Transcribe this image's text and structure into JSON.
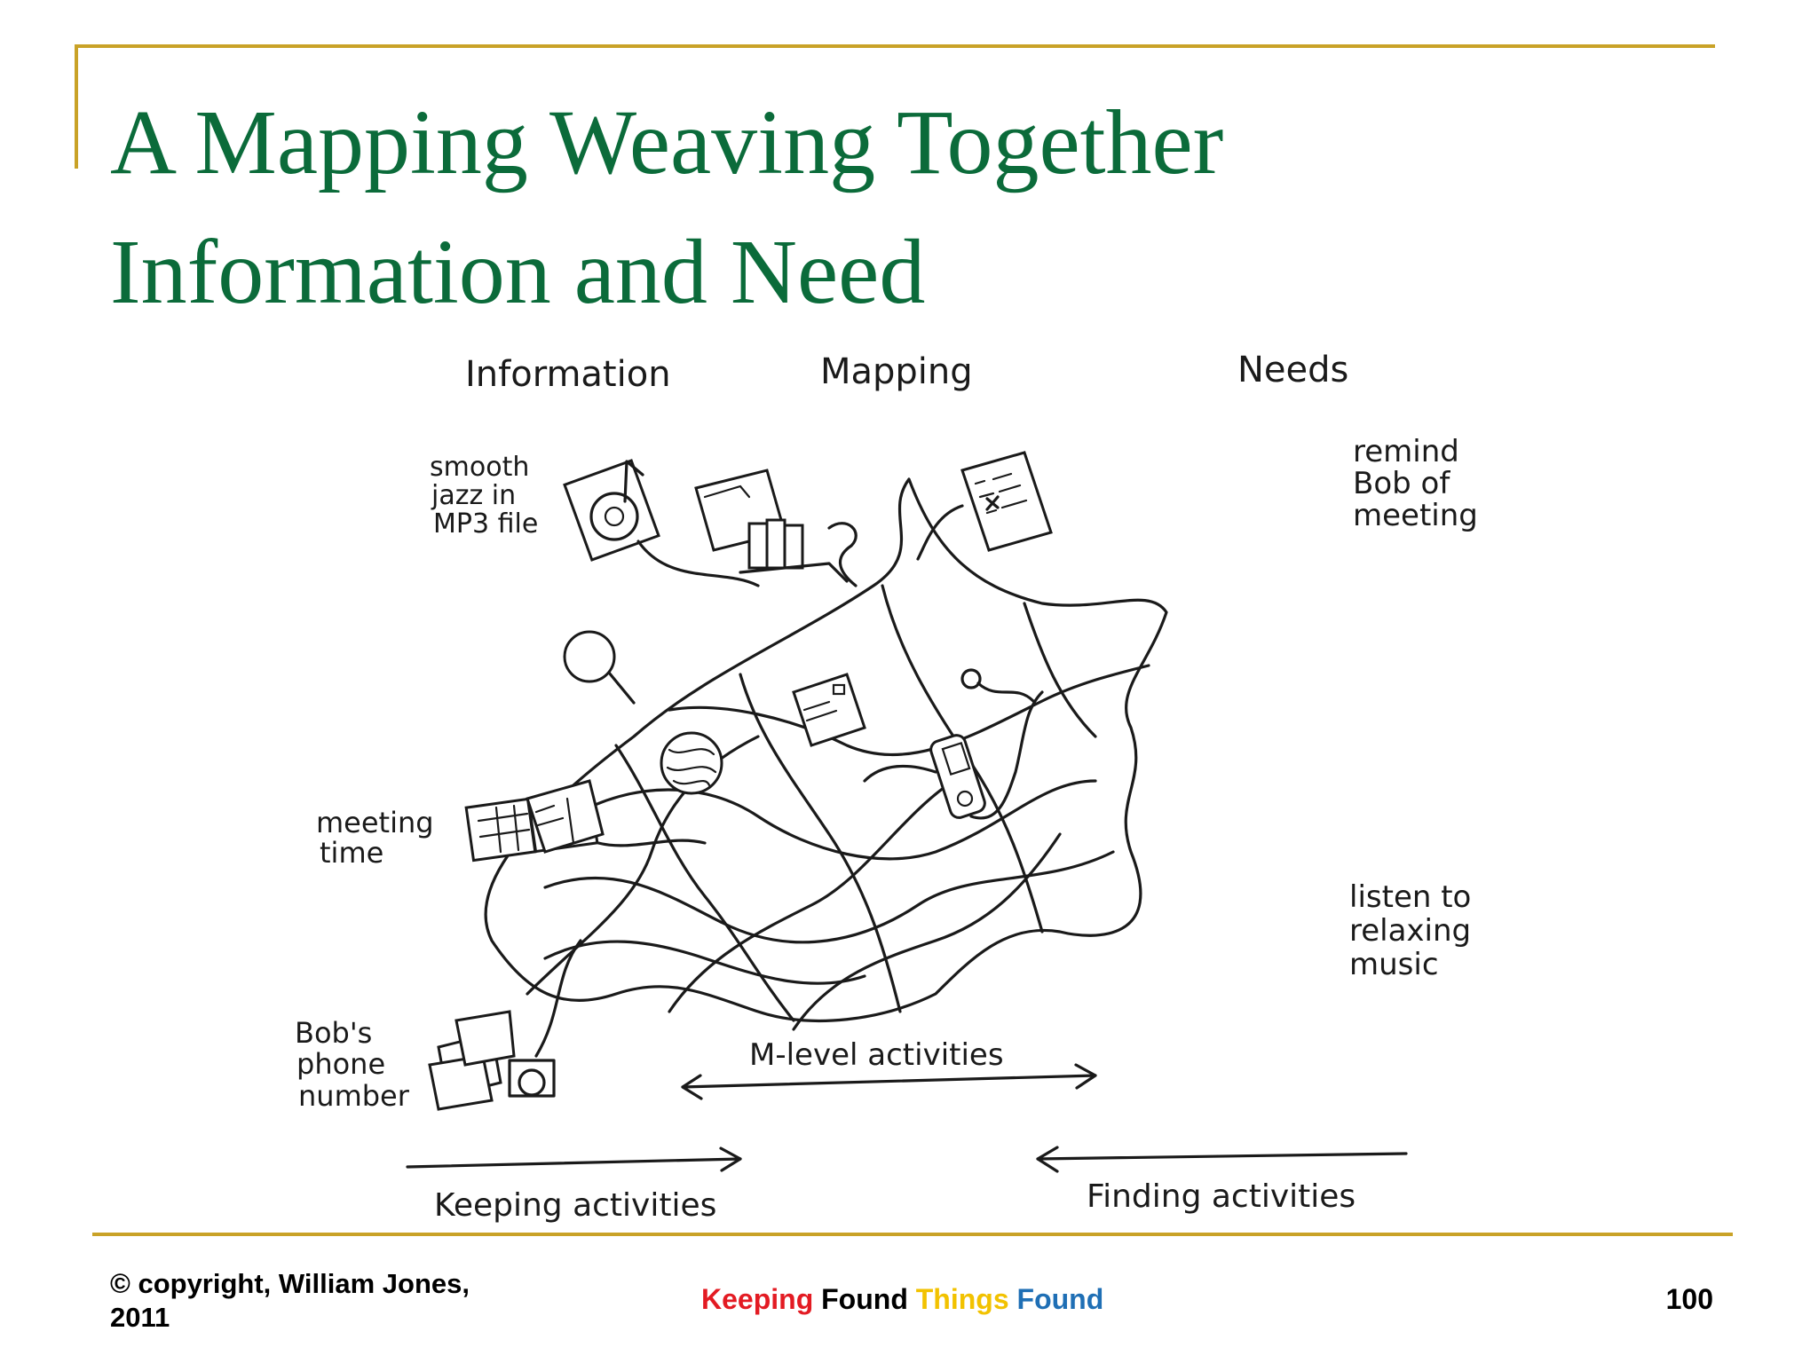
{
  "slide": {
    "title_line1": "A Mapping Weaving Together",
    "title_line2": "Information and Need"
  },
  "figure": {
    "headings": {
      "information": "Information",
      "mapping": "Mapping",
      "needs": "Needs"
    },
    "information_items": {
      "jazz": [
        "smooth",
        "jazz in",
        "MP3 file"
      ],
      "meeting": [
        "meeting",
        "time"
      ],
      "bob": [
        "Bob's",
        "phone",
        "number"
      ]
    },
    "need_items": {
      "remind": [
        "remind",
        "Bob of",
        "meeting"
      ],
      "listen": [
        "listen to",
        "relaxing",
        "music"
      ]
    },
    "activities": {
      "m_level": "M-level activities",
      "keeping": "Keeping activities",
      "finding": "Finding activities"
    }
  },
  "footer": {
    "copyright_line1": "© copyright, William Jones,",
    "copyright_line2": "2011",
    "brand_word1": "Keeping",
    "brand_word2": "Found",
    "brand_word3": "Things",
    "brand_word4": "Found",
    "page_number": "100"
  },
  "colors": {
    "title_green": "#0b6b3a",
    "frame_gold": "#c9a227",
    "brand_red": "#e31b23",
    "brand_black": "#000000",
    "brand_yellow": "#f2c200",
    "brand_blue": "#1f6fb5"
  }
}
